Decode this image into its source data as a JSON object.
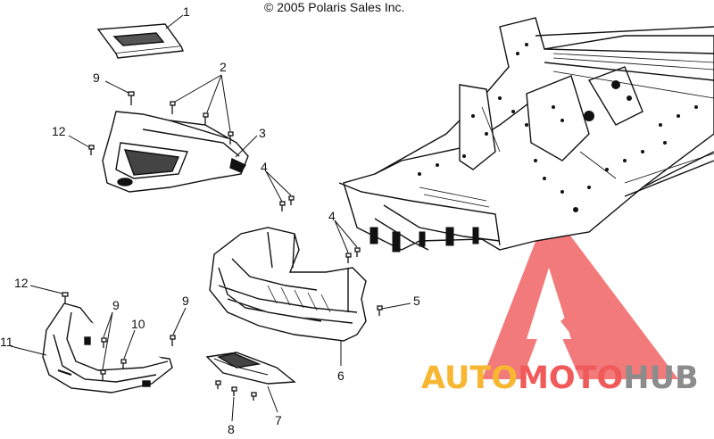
{
  "copyright": "© 2005 Polaris Sales Inc.",
  "callouts": {
    "c1": "1",
    "c2": "2",
    "c3": "3",
    "c4a": "4",
    "c4b": "4",
    "c5": "5",
    "c6": "6",
    "c7": "7",
    "c8": "8",
    "c9a": "9",
    "c9b": "9",
    "c9c": "9",
    "c10": "10",
    "c11": "11",
    "c12a": "12",
    "c12b": "12"
  },
  "watermark": {
    "part1": "AUTO",
    "part2": "MOTO",
    "part3": "HUB"
  },
  "colors": {
    "line": "#111111",
    "watermark_red": "#f05a5a",
    "watermark_orange": "#f7b733",
    "watermark_gray": "#8c8c8c"
  }
}
